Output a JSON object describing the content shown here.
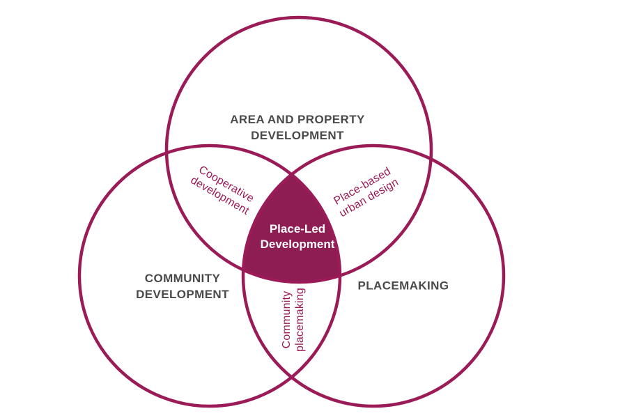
{
  "venn": {
    "accent_color": "#9a1b57",
    "center_fill_color": "#8d1d53",
    "circle_label_color": "#4a4a4a",
    "center_label_color": "#ffffff",
    "background_color": "#ffffff",
    "circles": {
      "top_label": "AREA AND PROPERTY\nDEVELOPMENT",
      "left_label": "COMMUNITY\nDEVELOPMENT",
      "right_label": "PLACEMAKING"
    },
    "overlaps": {
      "top_left_label": "Cooperative\ndevelopment",
      "top_right_label": "Place-based\nurban design",
      "bottom_label": "Community\nplacemaking",
      "center_label": "Place-Led\nDevelopment"
    }
  }
}
